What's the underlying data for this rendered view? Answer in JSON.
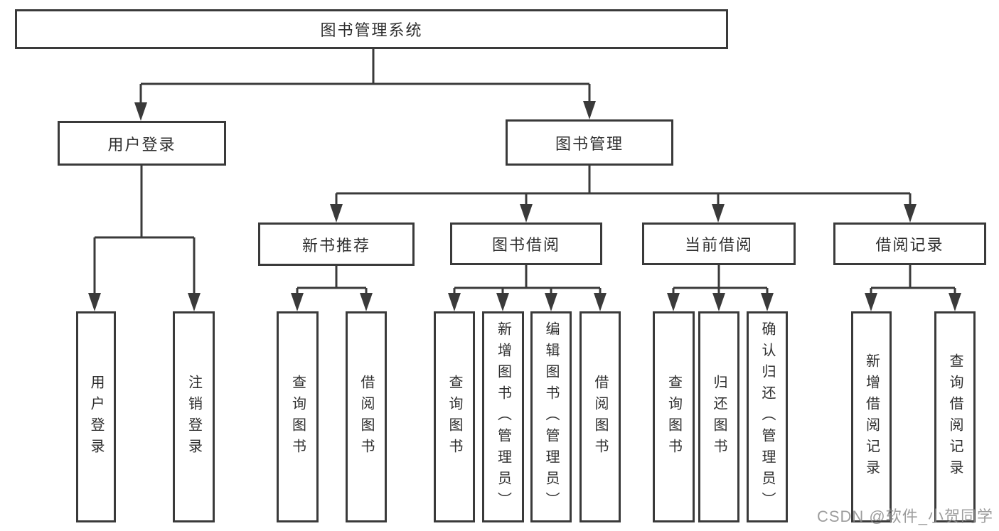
{
  "nodes": {
    "root": "图书管理系统",
    "user_login": "用户登录",
    "book_mgmt": "图书管理",
    "new_book": "新书推荐",
    "book_borrow": "图书借阅",
    "current_borrow": "当前借阅",
    "borrow_record": "借阅记录",
    "login": "用户登录",
    "logout": "注销登录",
    "nb_query": "查询图书",
    "nb_borrow": "借阅图书",
    "bb_query": "查询图书",
    "bb_add": "新增图书（管理员）",
    "bb_edit": "编辑图书（管理员）",
    "bb_borrow": "借阅图书",
    "cb_query": "查询图书",
    "cb_return": "归还图书",
    "cb_confirm": "确认归还（管理员）",
    "br_add": "新增借阅记录",
    "br_query": "查询借阅记录"
  },
  "watermark": "CSDN @软件_小贺同学",
  "colors": {
    "line": "#3a3a3a",
    "text": "#2f2f2f",
    "background": "#ffffff",
    "watermark": "#8c8c8c"
  }
}
